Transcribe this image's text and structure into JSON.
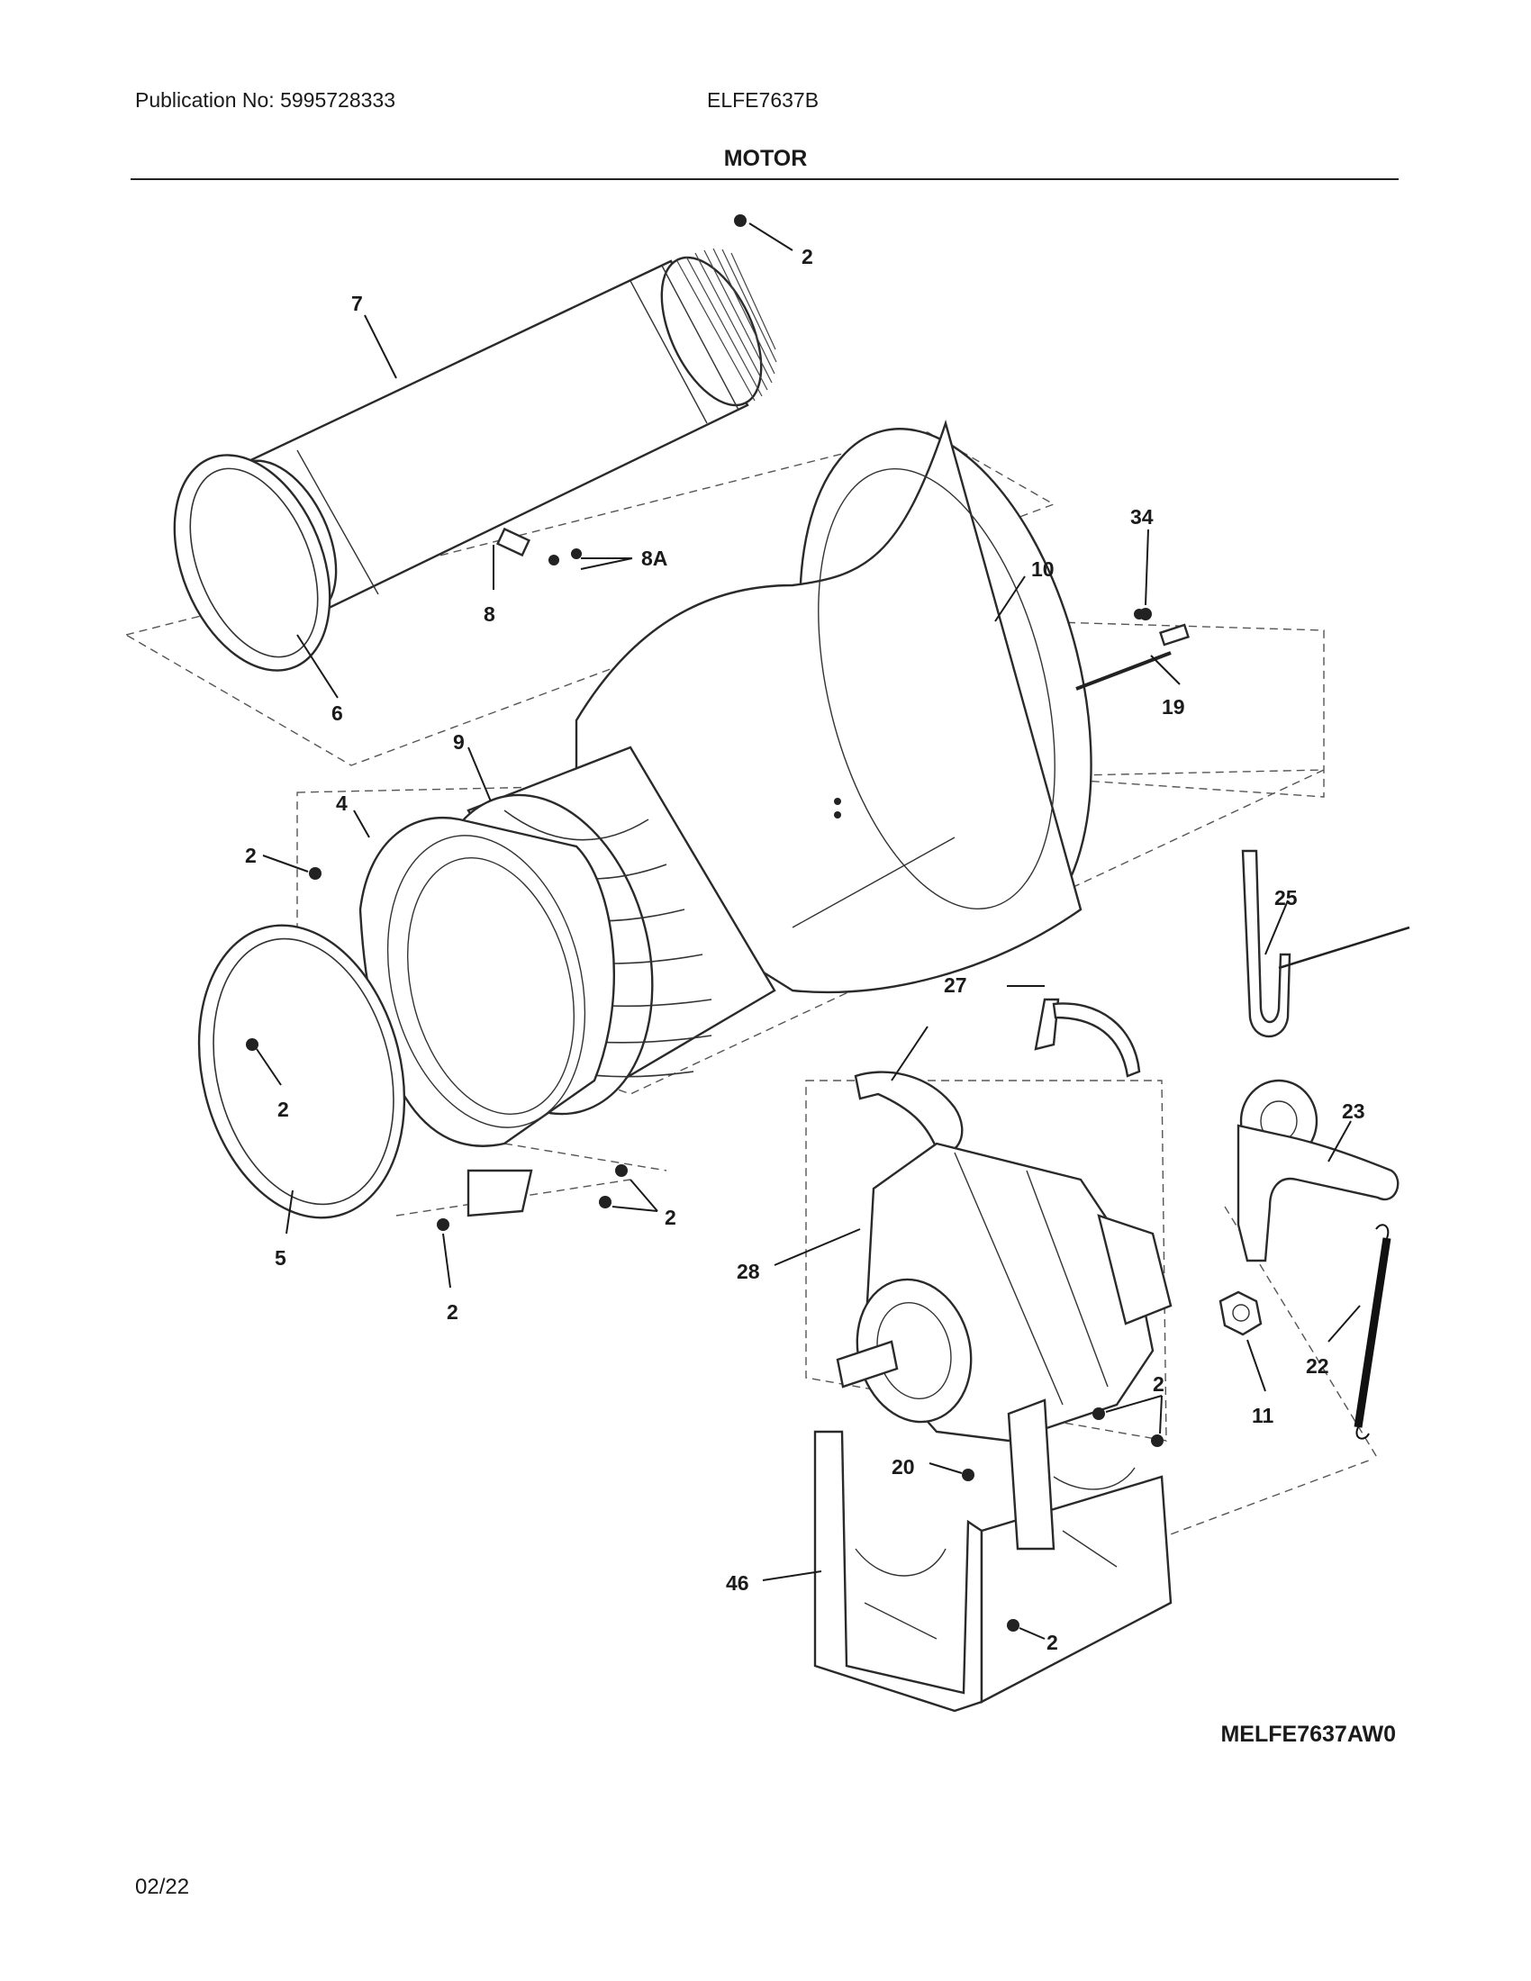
{
  "header": {
    "publication": "Publication No: 5995728333",
    "model": "ELFE7637B",
    "section_title": "MOTOR"
  },
  "diagram_code": "MELFE7637AW0",
  "page_date": "02/22",
  "callouts": {
    "c2a": "2",
    "c7": "7",
    "c34": "34",
    "c10": "10",
    "c8a": "8A",
    "c8": "8",
    "c6": "6",
    "c19": "19",
    "c9": "9",
    "c4": "4",
    "c2b": "2",
    "c25": "25",
    "c27": "27",
    "c2c": "2",
    "c23": "23",
    "c2d": "2",
    "c5": "5",
    "c28": "28",
    "c2e": "2",
    "c2f": "2",
    "c22": "22",
    "c11": "11",
    "c20": "20",
    "c46": "46",
    "c2g": "2"
  }
}
